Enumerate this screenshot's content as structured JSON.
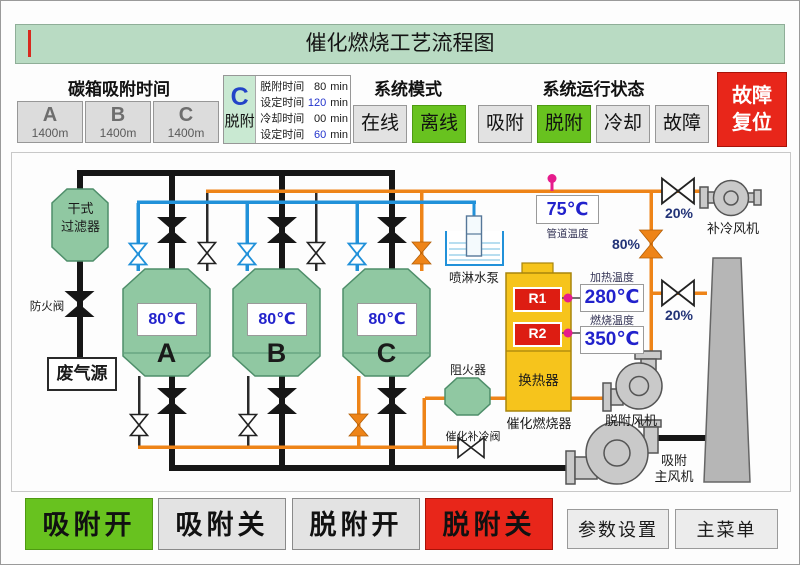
{
  "title": "催化燃烧工艺流程图",
  "adsorption": {
    "header": "碳箱吸附时间",
    "boxes": [
      {
        "letter": "A",
        "value": "1400m"
      },
      {
        "letter": "B",
        "value": "1400m"
      },
      {
        "letter": "C",
        "value": "1400m"
      }
    ],
    "active": {
      "letter": "C",
      "mode": "脱附"
    },
    "timers": [
      {
        "label": "脱附时间",
        "value": "80",
        "unit": "min"
      },
      {
        "label": "设定时间",
        "value": "120",
        "unit": "min"
      },
      {
        "label": "冷却时间",
        "value": "00",
        "unit": "min"
      },
      {
        "label": "设定时间",
        "value": "60",
        "unit": "min"
      }
    ]
  },
  "system_mode": {
    "header": "系统模式",
    "online": "在线",
    "offline": "离线"
  },
  "system_status": {
    "header": "系统运行状态",
    "adsorb": "吸附",
    "desorb": "脱附",
    "cool": "冷却",
    "fault": "故障"
  },
  "fault_reset": {
    "line1": "故障",
    "line2": "复位"
  },
  "diagram": {
    "dry_filter_line1": "干式",
    "dry_filter_line2": "过滤器",
    "fire_valve": "防火阀",
    "waste_source": "废气源",
    "tanks": [
      {
        "letter": "A",
        "temp": "80℃"
      },
      {
        "letter": "B",
        "temp": "80℃"
      },
      {
        "letter": "C",
        "temp": "80℃"
      }
    ],
    "spray_pump": "喷淋水泵",
    "pipe_temp": {
      "value": "75℃",
      "label": "管道温度"
    },
    "flame_arrester": "阻火器",
    "catalytic_cool_valve": "催化补冷阀",
    "heater": {
      "r1": "R1",
      "r2": "R2"
    },
    "heat_temp": {
      "label": "加热温度",
      "value": "280℃"
    },
    "burn_temp": {
      "label": "燃烧温度",
      "value": "350℃"
    },
    "heat_exchanger": "换热器",
    "catalytic_burner": "催化燃烧器",
    "desorb_fan": "脱附风机",
    "main_fan_line1": "吸附",
    "main_fan_line2": "主风机",
    "cool_fan": "补冷风机",
    "valve_pct": {
      "v80": "80%",
      "v20_top": "20%",
      "v20_mid": "20%"
    }
  },
  "buttons": {
    "adsorb_on": "吸附开",
    "adsorb_off": "吸附关",
    "desorb_on": "脱附开",
    "desorb_off": "脱附关",
    "params": "参数设置",
    "menu": "主菜单"
  },
  "colors": {
    "active_green": "#68c21f",
    "alarm_red": "#e8261a",
    "pipe_orange": "#ee8418",
    "pipe_blue": "#2191d9",
    "tank_green": "#90c8a2",
    "heater_yellow": "#f6c41c",
    "sensor_magenta": "#e61c8c",
    "value_blue": "#2222cc"
  }
}
